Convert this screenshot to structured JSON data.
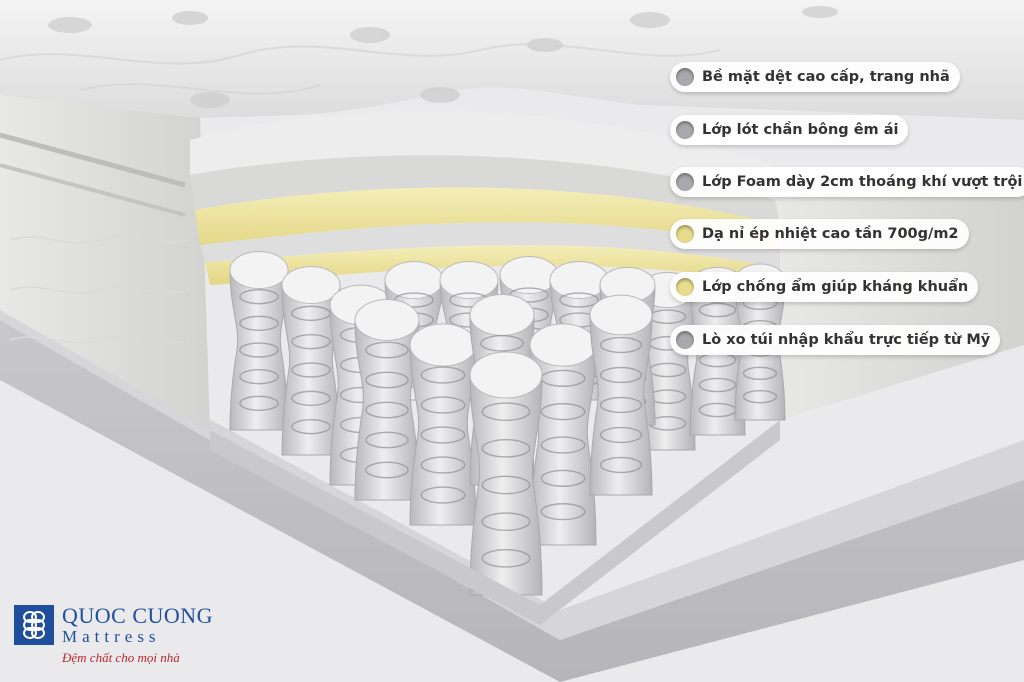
{
  "colors": {
    "background": "#e9e9eb",
    "dot_gray": "#a9a9ad",
    "dot_yellow": "#e7dc8c",
    "brand_blue": "#1f4f9c",
    "brand_red": "#b7252e"
  },
  "layers": [
    {
      "label": "Bề mặt dệt cao cấp, trang nhã",
      "dot": "gray"
    },
    {
      "label": "Lớp lót chần bông êm ái",
      "dot": "gray"
    },
    {
      "label": "Lớp Foam dày 2cm thoáng khí vượt trội",
      "dot": "gray"
    },
    {
      "label": "Dạ nỉ ép nhiệt cao tần 700g/m2",
      "dot": "yellow"
    },
    {
      "label": "Lớp chống ẩm giúp kháng khuẩn",
      "dot": "yellow"
    },
    {
      "label": "Lò xo túi nhập khẩu trực tiếp từ Mỹ",
      "dot": "gray"
    }
  ],
  "brand": {
    "name": "QUOC CUONG",
    "subtitle": "Mattress",
    "slogan": "Đệm chất cho mọi nhà",
    "logo_icon": "linked-rings-icon"
  }
}
